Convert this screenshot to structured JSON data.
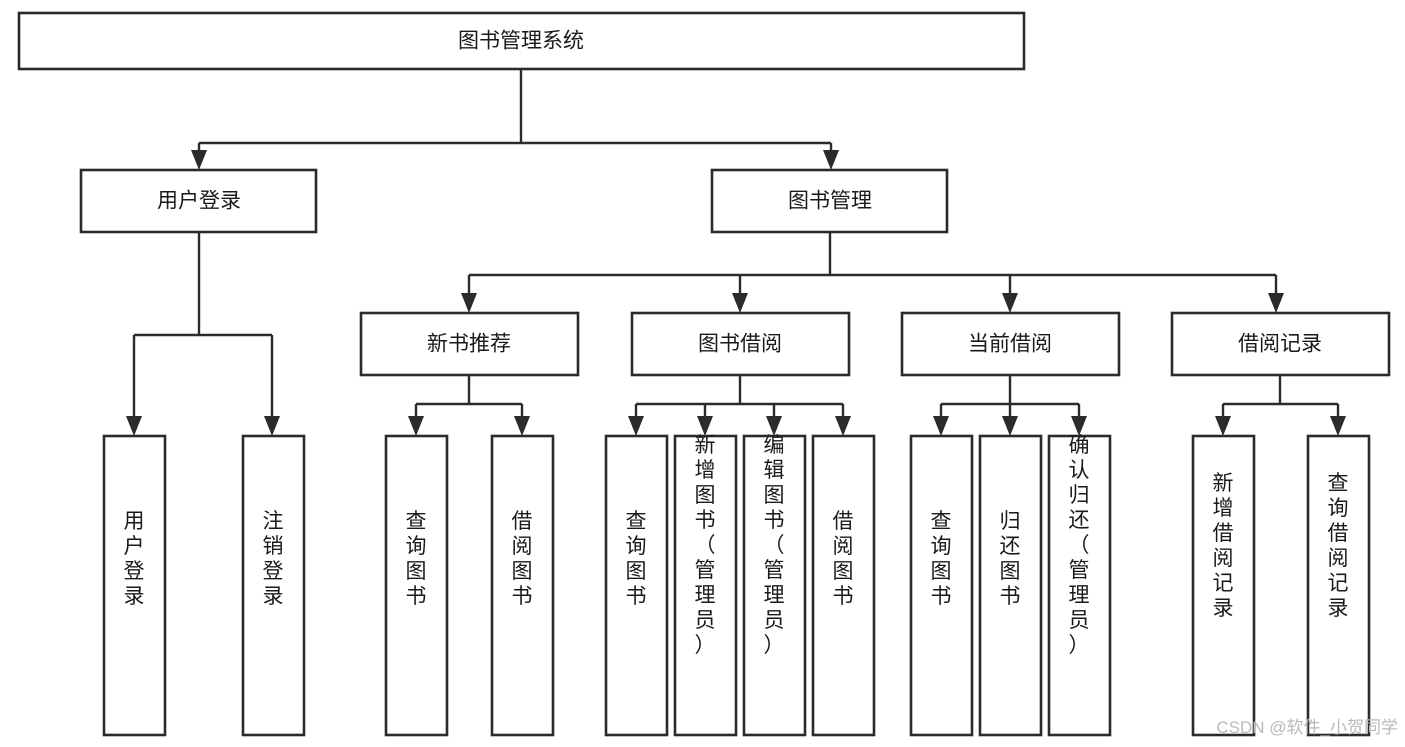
{
  "diagram": {
    "title": "图书管理系统",
    "type": "tree-hierarchy",
    "levels": 4,
    "root": {
      "label": "图书管理系统",
      "orientation": "horizontal"
    },
    "level2": [
      {
        "label": "用户登录",
        "orientation": "horizontal"
      },
      {
        "label": "图书管理",
        "orientation": "horizontal"
      }
    ],
    "level3": [
      {
        "label": "新书推荐",
        "orientation": "horizontal",
        "parent": "图书管理"
      },
      {
        "label": "图书借阅",
        "orientation": "horizontal",
        "parent": "图书管理"
      },
      {
        "label": "当前借阅",
        "orientation": "horizontal",
        "parent": "图书管理"
      },
      {
        "label": "借阅记录",
        "orientation": "horizontal",
        "parent": "图书管理"
      }
    ],
    "leaves": {
      "user_login": [
        {
          "label": "用户登录",
          "orientation": "vertical"
        },
        {
          "label": "注销登录",
          "orientation": "vertical"
        }
      ],
      "new_book_recommend": [
        {
          "label": "查询图书",
          "orientation": "vertical"
        },
        {
          "label": "借阅图书",
          "orientation": "vertical"
        }
      ],
      "book_borrow": [
        {
          "label": "查询图书",
          "orientation": "vertical"
        },
        {
          "label": "新增图书（管理员）",
          "orientation": "vertical"
        },
        {
          "label": "编辑图书（管理员）",
          "orientation": "vertical"
        },
        {
          "label": "借阅图书",
          "orientation": "vertical"
        }
      ],
      "current_borrow": [
        {
          "label": "查询图书",
          "orientation": "vertical"
        },
        {
          "label": "归还图书",
          "orientation": "vertical"
        },
        {
          "label": "确认归还（管理员）",
          "orientation": "vertical"
        }
      ],
      "borrow_record": [
        {
          "label": "新增借阅记录",
          "orientation": "vertical"
        },
        {
          "label": "查询借阅记录",
          "orientation": "vertical"
        }
      ]
    }
  },
  "watermark": {
    "text": "CSDN @软件_小贺同学"
  },
  "colors": {
    "background": "#ffffff",
    "box_fill": "#ffffff",
    "box_stroke": "#2b2b2b",
    "connector": "#2b2b2b",
    "text": "#1a1a1a",
    "watermark": "#b9b9b9"
  }
}
